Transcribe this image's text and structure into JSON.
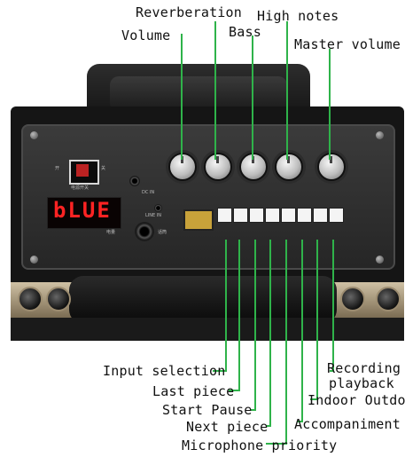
{
  "top_labels": {
    "reverberation": "Reverberation",
    "high_notes": "High notes",
    "volume": "Volume",
    "bass": "Bass",
    "master_volume": "Master volume"
  },
  "panel": {
    "switch_open": "开",
    "switch_close": "关",
    "power_label": "电源开关",
    "dc_label": "DC IN",
    "display_text": "bLUE",
    "battery_label": "电量",
    "line_in_label": "LINE IN",
    "mic_label": "话筒"
  },
  "bottom_labels": {
    "input_selection": "Input selection",
    "last_piece": "Last piece",
    "start_pause": "Start Pause",
    "next_piece": "Next piece",
    "microphone_priority": "Microphone priority",
    "recording_playback_1": "Recording",
    "recording_playback_2": "playback",
    "indoor_outdoor": "Indoor Outdo",
    "accompaniment": "Accompaniment"
  },
  "colors": {
    "callout_line": "#2fb34a",
    "display": "#ff2323"
  }
}
